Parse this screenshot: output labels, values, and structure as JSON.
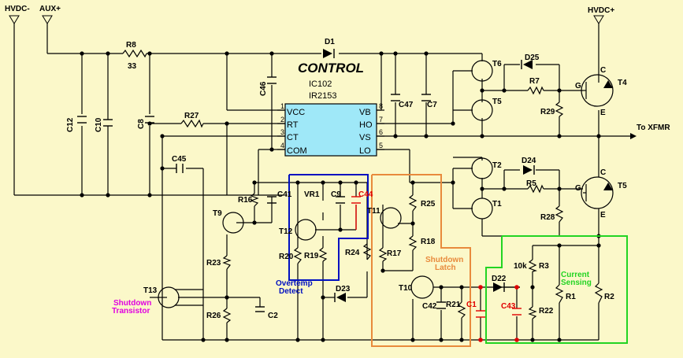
{
  "rails": {
    "hvdc_minus": "HVDC-",
    "aux_plus": "AUX+",
    "hvdc_plus": "HVDC+",
    "to_xfmr": "To XFMR"
  },
  "title": "CONTROL",
  "ic": {
    "ref": "IC102",
    "part": "IR2153",
    "pins_left": [
      {
        "num": "1",
        "name": "VCC"
      },
      {
        "num": "2",
        "name": "RT"
      },
      {
        "num": "3",
        "name": "CT"
      },
      {
        "num": "4",
        "name": "COM"
      }
    ],
    "pins_right": [
      {
        "num": "8",
        "name": "VB"
      },
      {
        "num": "7",
        "name": "HO"
      },
      {
        "num": "6",
        "name": "VS"
      },
      {
        "num": "5",
        "name": "LO"
      }
    ]
  },
  "components": {
    "R8": "R8",
    "v33": "33",
    "D1": "D1",
    "C46": "C46",
    "C12": "C12",
    "C10": "C10",
    "C8": "C8",
    "R27": "R27",
    "C47": "C47",
    "C7": "C7",
    "T6": "T6",
    "T5a": "T5",
    "D25": "D25",
    "R7": "R7",
    "R29": "R29",
    "T4": "T4",
    "C45": "C45",
    "T2": "T2",
    "D24": "D24",
    "R5": "R5",
    "T1": "T1",
    "R28": "R28",
    "T5b": "T5",
    "R16": "R16",
    "C41": "C41",
    "VR1": "VR1",
    "C9": "C9",
    "C44": "C44",
    "T11": "T11",
    "R25": "R25",
    "T9": "T9",
    "T12": "T12",
    "R18": "R18",
    "R20": "R20",
    "R19": "R19",
    "R24": "R24",
    "R17": "R17",
    "R23": "R23",
    "T13": "T13",
    "D23": "D23",
    "T10": "T10",
    "D22": "D22",
    "v10k": "10k",
    "R3": "R3",
    "C42": "C42",
    "R21": "R21",
    "C1": "C1",
    "C43": "C43",
    "R22": "R22",
    "R1": "R1",
    "R2": "R2",
    "R26": "R26",
    "C2": "C2"
  },
  "gate_labels": {
    "G": "G",
    "C": "C",
    "E": "E"
  },
  "boxes": {
    "overtemp": {
      "label1": "Overtemp",
      "label2": "Detect",
      "color": "#0010c0"
    },
    "shutdown_latch": {
      "label1": "Shutdown",
      "label2": "Latch",
      "color": "#e88a3c"
    },
    "current_sensing": {
      "label1": "Current",
      "label2": "Sensing",
      "color": "#22d422"
    },
    "shutdown_transistor": {
      "label1": "Shutdown",
      "label2": "Transistor",
      "color": "#e000e0"
    }
  },
  "colors": {
    "background": "#fbf8c9",
    "ic_fill": "#9fe8f8",
    "highlight_red": "#e00000"
  }
}
